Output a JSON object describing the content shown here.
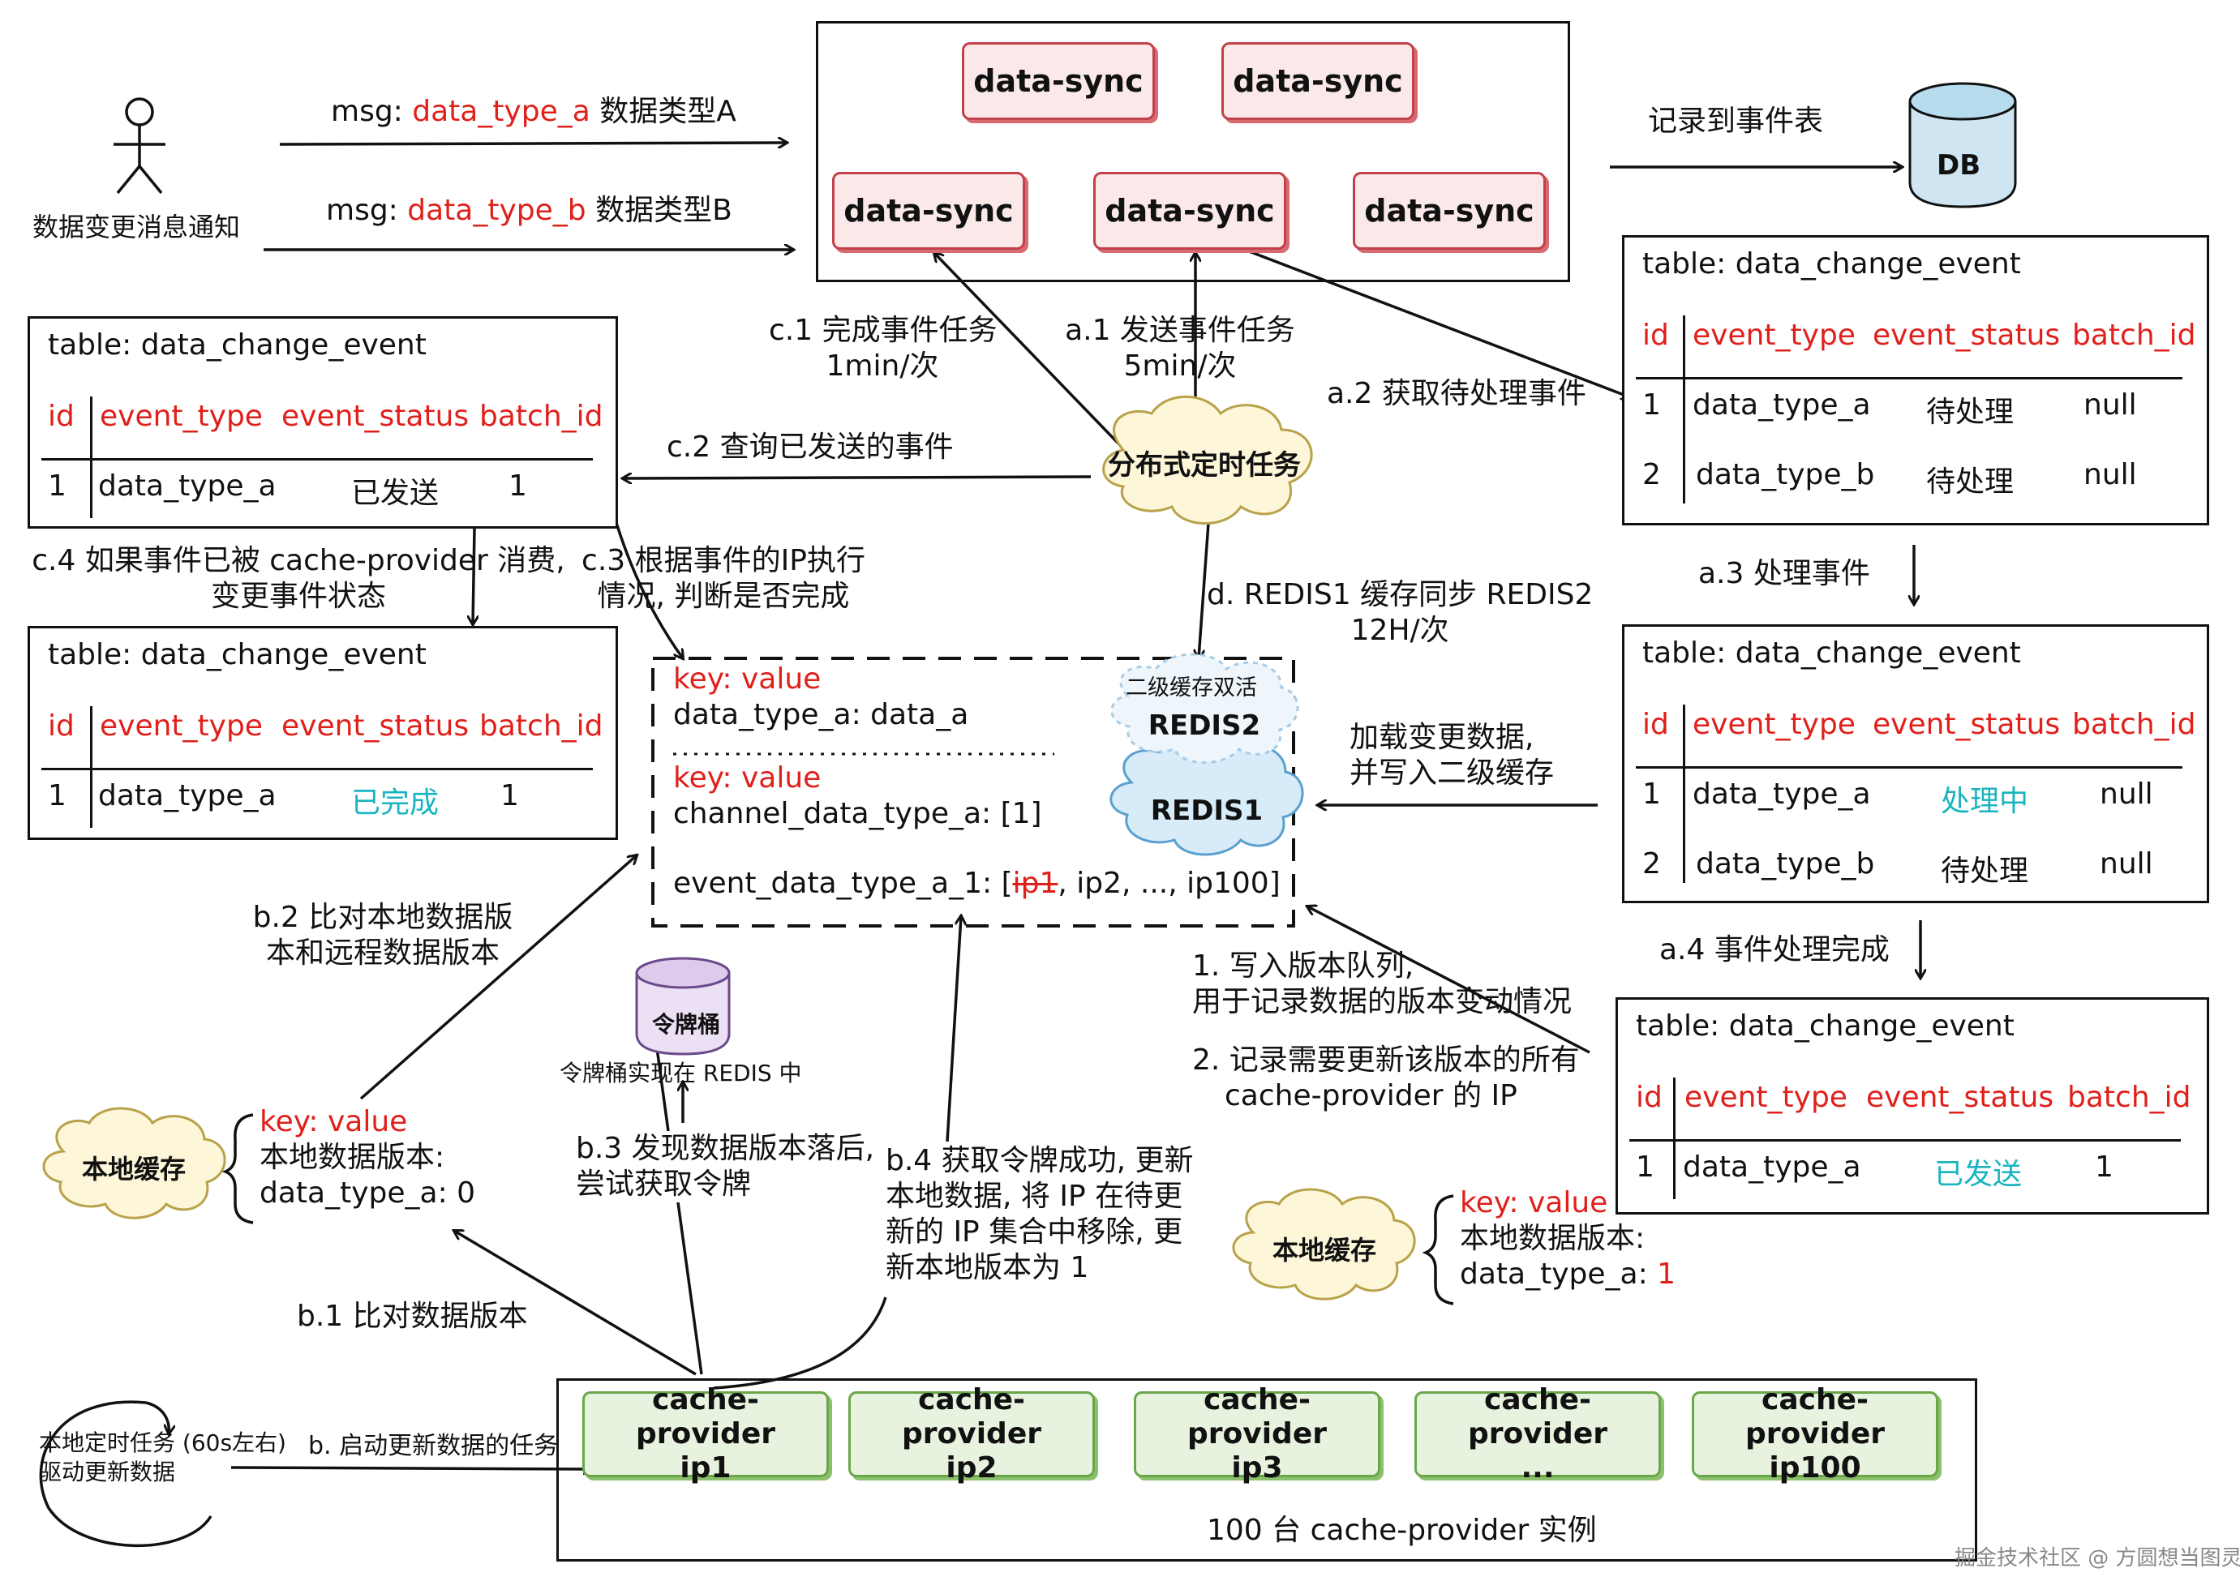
{
  "person": {
    "label": "数据变更消息通知"
  },
  "messages": {
    "msg_a": {
      "prefix": "msg:",
      "type": "data_type_a",
      "desc": "数据类型A"
    },
    "msg_b": {
      "prefix": "msg:",
      "type": "data_type_b",
      "desc": "数据类型B"
    }
  },
  "data_sync": {
    "label": "data-sync"
  },
  "db": {
    "label": "DB",
    "record_label": "记录到事件表"
  },
  "table_title": "table: data_change_event",
  "table_headers": {
    "id": "id",
    "event_type": "event_type",
    "event_status": "event_status",
    "batch_id": "batch_id"
  },
  "table_top_right": {
    "rows": [
      {
        "id": "1",
        "event_type": "data_type_a",
        "event_status": "待处理",
        "batch_id": "null"
      },
      {
        "id": "2",
        "event_type": "data_type_b",
        "event_status": "待处理",
        "batch_id": "null"
      }
    ]
  },
  "table_mid_right": {
    "rows": [
      {
        "id": "1",
        "event_type": "data_type_a",
        "event_status": "处理中",
        "batch_id": "null"
      },
      {
        "id": "2",
        "event_type": "data_type_b",
        "event_status": "待处理",
        "batch_id": "null"
      }
    ]
  },
  "table_bottom_right": {
    "rows": [
      {
        "id": "1",
        "event_type": "data_type_a",
        "event_status": "已发送",
        "batch_id": "1"
      }
    ]
  },
  "table_top_left": {
    "rows": [
      {
        "id": "1",
        "event_type": "data_type_a",
        "event_status": "已发送",
        "batch_id": "1"
      }
    ]
  },
  "table_mid_left": {
    "rows": [
      {
        "id": "1",
        "event_type": "data_type_a",
        "event_status": "已完成",
        "batch_id": "1"
      }
    ]
  },
  "labels": {
    "c1_line1": "c.1 完成事件任务",
    "c1_line2": "1min/次",
    "a1_line1": "a.1 发送事件任务",
    "a1_line2": "5min/次",
    "a2": "a.2 获取待处理事件",
    "a3": "a.3 处理事件",
    "a4": "a.4 事件处理完成",
    "c2": "c.2 查询已发送的事件",
    "c4_line1": "c.4 如果事件已被 cache-provider 消费,",
    "c4_line2": "变更事件状态",
    "c3_line1": "c.3 根据事件的IP执行",
    "c3_line2": "情况, 判断是否完成",
    "d_line1": "d. REDIS1 缓存同步 REDIS2",
    "d_line2": "12H/次",
    "load_line1": "加载变更数据,",
    "load_line2": "并写入二级缓存",
    "w1_line1": "1. 写入版本队列,",
    "w1_line2": "用于记录数据的版本变动情况",
    "w2_line1": "2. 记录需要更新该版本的所有",
    "w2_line2": "cache-provider 的 IP",
    "b2_line1": "b.2 比对本地数据版",
    "b2_line2": "本和远程数据版本",
    "b3_line1": "b.3 发现数据版本落后,",
    "b3_line2": "尝试获取令牌",
    "b4_line1": "b.4 获取令牌成功, 更新",
    "b4_line2": "本地数据, 将 IP 在待更",
    "b4_line3": "新的 IP 集合中移除, 更",
    "b4_line4": "新本地版本为 1",
    "b1": "b.1 比对数据版本",
    "b_start": "b. 启动更新数据的任务",
    "local_timer_line1": "本地定时任务 (60s左右)",
    "local_timer_line2": "驱动更新数据",
    "scheduler": "分布式定时任务",
    "token_bucket": "令牌桶",
    "token_bucket_desc": "令牌桶实现在 REDIS 中"
  },
  "redis_box": {
    "kv1_key": "key: value",
    "kv1_val": "data_type_a: data_a",
    "kv2_key": "key: value",
    "kv2_val": "channel_data_type_a: [1]",
    "kv3_prefix": "event_data_type_a_1: [",
    "kv3_struck": "ip1",
    "kv3_rest": ", ip2, ..., ip100]",
    "redis2": "REDIS2",
    "redis2_caption": "二级缓存双活",
    "redis1": "REDIS1"
  },
  "local_cache_left": {
    "label": "本地缓存",
    "key": "key: value",
    "line1": "本地数据版本:",
    "line2_prefix": "data_type_a: ",
    "line2_value": "0"
  },
  "local_cache_right": {
    "label": "本地缓存",
    "key": "key: value",
    "line1": "本地数据版本:",
    "line2_prefix": "data_type_a: ",
    "line2_value": "1"
  },
  "cache_providers": {
    "items": [
      {
        "name": "cache-provider",
        "sub": "ip1"
      },
      {
        "name": "cache-provider",
        "sub": "ip2"
      },
      {
        "name": "cache-provider",
        "sub": "ip3"
      },
      {
        "name": "cache-provider",
        "sub": "..."
      },
      {
        "name": "cache-provider",
        "sub": "ip100"
      }
    ],
    "caption": "100 台 cache-provider 实例"
  },
  "watermark": "掘金技术社区 @ 方圆想当图灵",
  "colors": {
    "red": "#e0201b",
    "cyan": "#19b4bf",
    "sync_fill": "#fbe9ea",
    "provider_fill": "#e8f3df",
    "yellow": "#fdf6d8",
    "db_fill": "#cfe6f2",
    "bucket_fill": "#ece0f4"
  }
}
